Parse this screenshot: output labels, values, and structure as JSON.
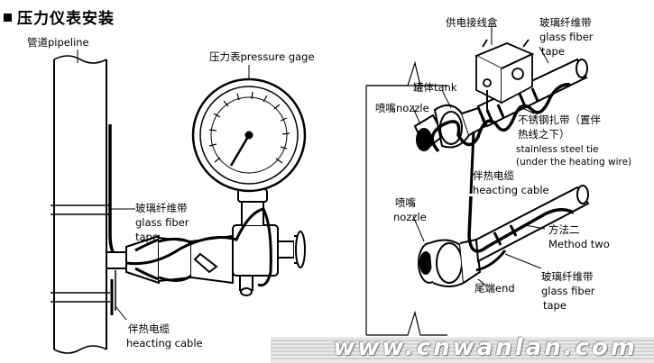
{
  "title": "压力仪表安装",
  "labels": {
    "pipeline": "管道pipeline",
    "pressure_gage": "压力表pressure gage",
    "glass_fiber_left_cn": "玻璃纤维带",
    "glass_fiber_left_en1": "glass fiber",
    "glass_fiber_left_en2": "tape",
    "heat_cable_left_cn": "伴热电缆",
    "heat_cable_left_en": "heacting cable",
    "junction_box": "供电接线盒",
    "glass_fiber_right_cn": "玻璃纤维带",
    "glass_fiber_right_en1": "glass fiber",
    "glass_fiber_right_en2": "tape",
    "tank": "罐体tank",
    "nozzle_top": "喷嘴nozzle",
    "steel_tie_cn1": "不锈钢扎带（置伴",
    "steel_tie_cn2": "热线之下）",
    "steel_tie_en1": "stainless steel tie",
    "steel_tie_en2": "(under the heating wire)",
    "heat_cable_right_cn": "伴热电缆",
    "heat_cable_right_en": "heacting cable",
    "nozzle_cn": "喷嘴",
    "nozzle_en": "nozzle",
    "method_two_cn": "方法二",
    "method_two_en": "Method two",
    "tail_end": "尾端end",
    "glass_fiber_bottom_cn": "玻璃纤维带",
    "glass_fiber_bottom_en1": "glass fiber",
    "glass_fiber_bottom_en2": "tape"
  },
  "watermark": "www.cnwanlan.com"
}
